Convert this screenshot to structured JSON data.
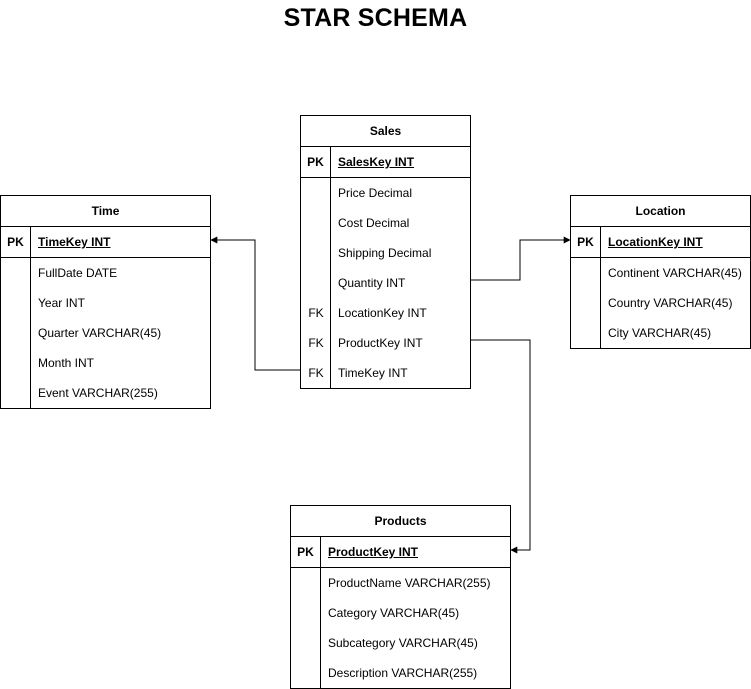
{
  "title": "STAR SCHEMA",
  "tables": {
    "sales": {
      "name": "Sales",
      "pk": {
        "label": "PK",
        "field": "SalesKey INT"
      },
      "rows": [
        {
          "key": "",
          "field": "Price Decimal"
        },
        {
          "key": "",
          "field": "Cost Decimal"
        },
        {
          "key": "",
          "field": "Shipping Decimal"
        },
        {
          "key": "",
          "field": "Quantity INT"
        },
        {
          "key": "FK",
          "field": "LocationKey INT"
        },
        {
          "key": "FK",
          "field": "ProductKey INT"
        },
        {
          "key": "FK",
          "field": "TimeKey INT"
        }
      ]
    },
    "time": {
      "name": "Time",
      "pk": {
        "label": "PK",
        "field": "TimeKey INT"
      },
      "rows": [
        {
          "key": "",
          "field": "FullDate DATE"
        },
        {
          "key": "",
          "field": "Year INT"
        },
        {
          "key": "",
          "field": "Quarter VARCHAR(45)"
        },
        {
          "key": "",
          "field": "Month INT"
        },
        {
          "key": "",
          "field": "Event VARCHAR(255)"
        }
      ]
    },
    "location": {
      "name": "Location",
      "pk": {
        "label": "PK",
        "field": "LocationKey INT"
      },
      "rows": [
        {
          "key": "",
          "field": "Continent VARCHAR(45)"
        },
        {
          "key": "",
          "field": "Country VARCHAR(45)"
        },
        {
          "key": "",
          "field": "City VARCHAR(45)"
        }
      ]
    },
    "products": {
      "name": "Products",
      "pk": {
        "label": "PK",
        "field": "ProductKey INT"
      },
      "rows": [
        {
          "key": "",
          "field": "ProductName VARCHAR(255)"
        },
        {
          "key": "",
          "field": "Category VARCHAR(45)"
        },
        {
          "key": "",
          "field": "Subcategory VARCHAR(45)"
        },
        {
          "key": "",
          "field": "Description VARCHAR(255)"
        }
      ]
    }
  }
}
